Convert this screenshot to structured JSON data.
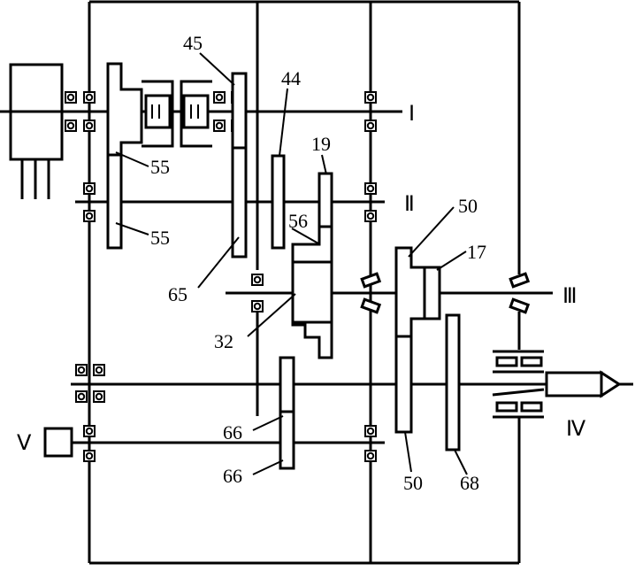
{
  "labels": {
    "shaft_I": "Ⅰ",
    "shaft_II": "Ⅱ",
    "shaft_III": "Ⅲ",
    "shaft_IV": "Ⅳ",
    "shaft_V": "Ⅴ",
    "gear_45": "45",
    "gear_44": "44",
    "gear_55_upper": "55",
    "gear_55_lower": "55",
    "gear_19": "19",
    "gear_56": "56",
    "gear_65": "65",
    "gear_32": "32",
    "gear_50_upper": "50",
    "gear_17": "17",
    "gear_66_upper": "66",
    "gear_66_lower": "66",
    "gear_50_lower": "50",
    "gear_68": "68"
  },
  "colors": {
    "ink": "#000000",
    "background": "#ffffff"
  }
}
